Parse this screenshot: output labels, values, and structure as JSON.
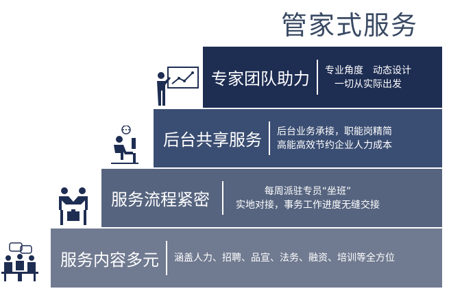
{
  "title": "管家式服务",
  "steps": [
    {
      "label": "专家团队助力",
      "desc_line1": "专业角度　动态设计",
      "desc_line2": "一切从实际出发",
      "icon": "presenter-chart-icon"
    },
    {
      "label": "后台共享服务",
      "desc_line1": "后台业务承接，职能岗精简",
      "desc_line2": "高能高效节约企业人力成本",
      "icon": "desk-worker-icon"
    },
    {
      "label": "服务流程紧密",
      "desc_line1": "每周派驻专员“坐班”",
      "desc_line2": "实地对接，事务工作进度无缝交接",
      "icon": "handshake-icon"
    },
    {
      "label": "服务内容多元",
      "desc_line1": "涵盖人力、招聘、品宣、法务、融资、培训等全方位",
      "desc_line2": "",
      "icon": "meeting-group-icon"
    }
  ],
  "colors": {
    "step1": "#1e2d52",
    "step2": "#3a4d72",
    "step3": "#56647f",
    "step4": "#707a90",
    "title": "#3a4a63",
    "icon": "#1e2d52"
  }
}
